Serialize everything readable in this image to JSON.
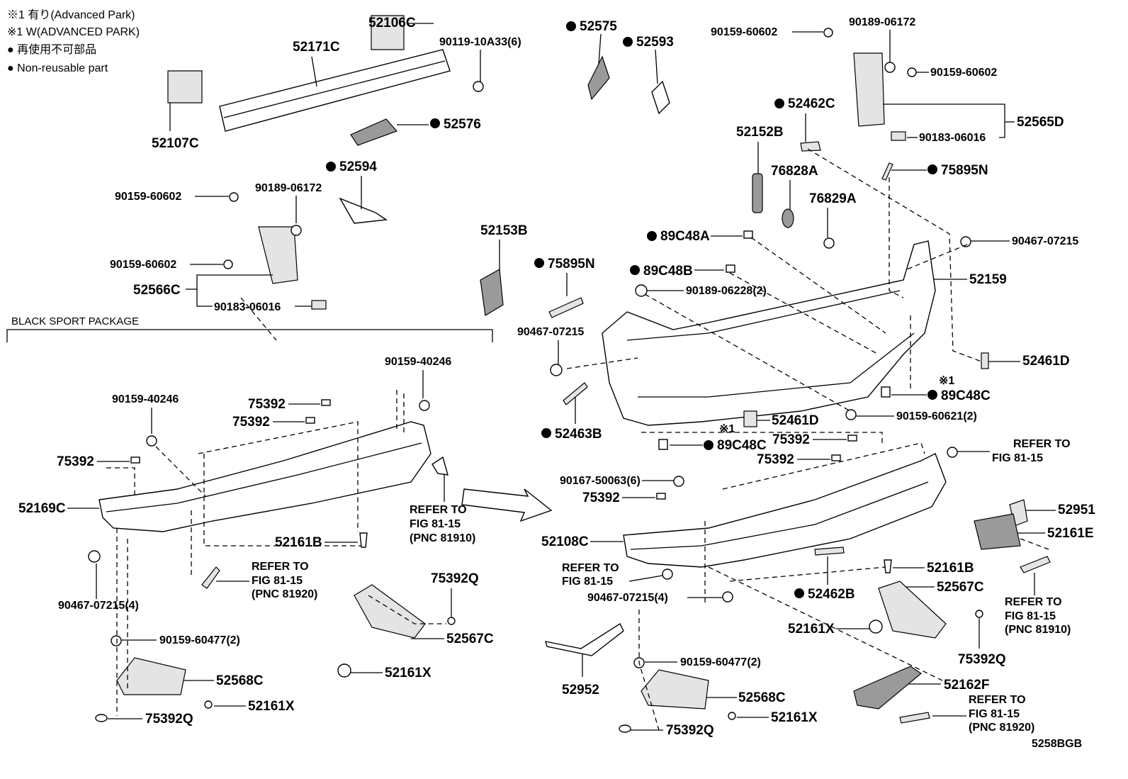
{
  "notes": {
    "line1": "※1 有り(Advanced  Park)",
    "line2": "※1 W(ADVANCED PARK)",
    "line3": "● 再使用不可部品",
    "line4": "● Non-reusable part"
  },
  "package_label": "BLACK SPORT PACKAGE",
  "asterisk_mark": "※1",
  "figure_code": "5258BGB",
  "refer": {
    "to": "REFER TO",
    "fig": "FIG 81-15",
    "pnc_81910": "(PNC 81910)",
    "pnc_81920": "(PNC 81920)"
  },
  "parts": {
    "p52106C": "52106C",
    "p52171C": "52171C",
    "p90119_10A33": "90119-10A33(6)",
    "p52107C": "52107C",
    "p52576": "52576",
    "p52594": "52594",
    "p52575": "52575",
    "p52593": "52593",
    "p90159_60602_a": "90159-60602",
    "p90189_06172_a": "90189-06172",
    "p90159_60602_b": "90159-60602",
    "p52566C": "52566C",
    "p90183_06016_a": "90183-06016",
    "p52153B": "52153B",
    "p90159_60602_c": "90159-60602",
    "p90189_06172_b": "90189-06172",
    "p90159_60602_d": "90159-60602",
    "p52462C": "52462C",
    "p52565D": "52565D",
    "p90183_06016_b": "90183-06016",
    "p52152B": "52152B",
    "p75895N_a": "75895N",
    "p76828A": "76828A",
    "p76829A": "76829A",
    "p89C48A": "89C48A",
    "p90467_07215_a": "90467-07215",
    "p52159": "52159",
    "p75895N_b": "75895N",
    "p89C48B": "89C48B",
    "p90189_06228": "90189-06228(2)",
    "p52461D_a": "52461D",
    "p90467_07215_b": "90467-07215",
    "p89C48C_a": "89C48C",
    "p52461D_b": "52461D",
    "p90159_60621": "90159-60621(2)",
    "p52463B": "52463B",
    "p89C48C_b": "89C48C",
    "p75392_r1": "75392",
    "p75392_r2": "75392",
    "p90167_50063": "90167-50063(6)",
    "p75392_r3": "75392",
    "p52951": "52951",
    "p52161E": "52161E",
    "p52108C": "52108C",
    "p52161B_r": "52161B",
    "p52567C_r": "52567C",
    "p52462B": "52462B",
    "p90467_07215_4r": "90467-07215(4)",
    "p52161X_r1": "52161X",
    "p75392Q_r1": "75392Q",
    "p52952": "52952",
    "p90159_60477_r": "90159-60477(2)",
    "p52162F": "52162F",
    "p52568C_r": "52568C",
    "p52161X_r2": "52161X",
    "p75392Q_r2": "75392Q",
    "p90159_40246_a": "90159-40246",
    "p90159_40246_b": "90159-40246",
    "p75392_l1": "75392",
    "p75392_l2": "75392",
    "p75392_l3": "75392",
    "p52169C": "52169C",
    "p52161B_l": "52161B",
    "p90467_07215_4l": "90467-07215(4)",
    "p75392Q_l1": "75392Q",
    "p52567C_l": "52567C",
    "p52161X_l1": "52161X",
    "p90159_60477_l": "90159-60477(2)",
    "p52568C_l": "52568C",
    "p52161X_l2": "52161X",
    "p75392Q_l2": "75392Q"
  }
}
